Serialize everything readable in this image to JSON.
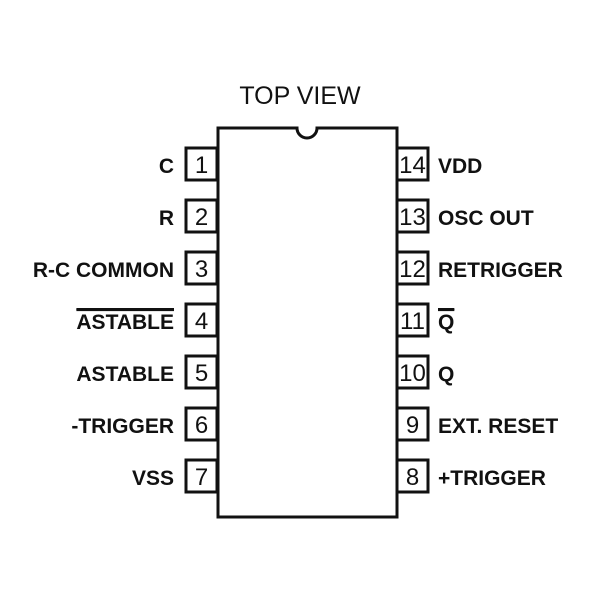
{
  "title": "TOP VIEW",
  "left_pins": [
    {
      "number": "1",
      "label": "C",
      "overline": false
    },
    {
      "number": "2",
      "label": "R",
      "overline": false
    },
    {
      "number": "3",
      "label": "R-C COMMON",
      "overline": false
    },
    {
      "number": "4",
      "label": "ASTABLE",
      "overline": true
    },
    {
      "number": "5",
      "label": "ASTABLE",
      "overline": false
    },
    {
      "number": "6",
      "label": "-TRIGGER",
      "overline": false
    },
    {
      "number": "7",
      "label": "VSS",
      "overline": false
    }
  ],
  "right_pins": [
    {
      "number": "14",
      "label": "VDD",
      "overline": false
    },
    {
      "number": "13",
      "label": "OSC OUT",
      "overline": false
    },
    {
      "number": "12",
      "label": "RETRIGGER",
      "overline": false
    },
    {
      "number": "11",
      "label": "Q",
      "overline": true
    },
    {
      "number": "10",
      "label": "Q",
      "overline": false
    },
    {
      "number": "9",
      "label": "EXT. RESET",
      "overline": false
    },
    {
      "number": "8",
      "label": "+TRIGGER",
      "overline": false
    }
  ]
}
